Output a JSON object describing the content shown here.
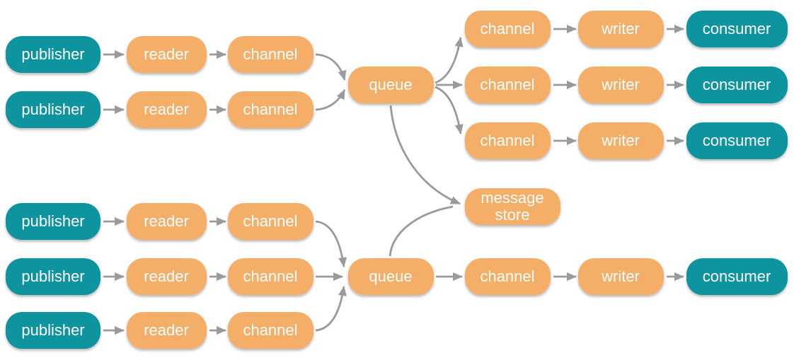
{
  "diagram": {
    "description": "Message queue architecture flow diagram",
    "colors": {
      "endpoint": "#0e949f",
      "processing": "#f5ae68",
      "arrow": "#9a9a9a",
      "label_text": "#ffffff",
      "background": "#ffffff"
    },
    "nodes": [
      {
        "id": "publisher-top-1",
        "label": "publisher"
      },
      {
        "id": "publisher-top-2",
        "label": "publisher"
      },
      {
        "id": "reader-top-1",
        "label": "reader"
      },
      {
        "id": "reader-top-2",
        "label": "reader"
      },
      {
        "id": "channel-top-1",
        "label": "channel"
      },
      {
        "id": "channel-top-2",
        "label": "channel"
      },
      {
        "id": "queue-top",
        "label": "queue"
      },
      {
        "id": "channel-right-1",
        "label": "channel"
      },
      {
        "id": "channel-right-2",
        "label": "channel"
      },
      {
        "id": "channel-right-3",
        "label": "channel"
      },
      {
        "id": "writer-1",
        "label": "writer"
      },
      {
        "id": "writer-2",
        "label": "writer"
      },
      {
        "id": "writer-3",
        "label": "writer"
      },
      {
        "id": "consumer-1",
        "label": "consumer"
      },
      {
        "id": "consumer-2",
        "label": "consumer"
      },
      {
        "id": "consumer-3",
        "label": "consumer"
      },
      {
        "id": "publisher-bottom-1",
        "label": "publisher"
      },
      {
        "id": "publisher-bottom-2",
        "label": "publisher"
      },
      {
        "id": "publisher-bottom-3",
        "label": "publisher"
      },
      {
        "id": "reader-bottom-1",
        "label": "reader"
      },
      {
        "id": "reader-bottom-2",
        "label": "reader"
      },
      {
        "id": "reader-bottom-3",
        "label": "reader"
      },
      {
        "id": "channel-bottom-1",
        "label": "channel"
      },
      {
        "id": "channel-bottom-2",
        "label": "channel"
      },
      {
        "id": "channel-bottom-3",
        "label": "channel"
      },
      {
        "id": "queue-bottom",
        "label": "queue"
      },
      {
        "id": "message-store",
        "label_line1": "message",
        "label_line2": "store"
      },
      {
        "id": "channel-bottom-4",
        "label": "channel"
      },
      {
        "id": "writer-4",
        "label": "writer"
      },
      {
        "id": "consumer-4",
        "label": "consumer"
      }
    ],
    "edges": [
      {
        "from": "publisher-top-1",
        "to": "reader-top-1"
      },
      {
        "from": "reader-top-1",
        "to": "channel-top-1"
      },
      {
        "from": "publisher-top-2",
        "to": "reader-top-2"
      },
      {
        "from": "reader-top-2",
        "to": "channel-top-2"
      },
      {
        "from": "channel-top-1",
        "to": "queue-top"
      },
      {
        "from": "channel-top-2",
        "to": "queue-top"
      },
      {
        "from": "queue-top",
        "to": "channel-right-1"
      },
      {
        "from": "queue-top",
        "to": "channel-right-2"
      },
      {
        "from": "queue-top",
        "to": "channel-right-3"
      },
      {
        "from": "channel-right-1",
        "to": "writer-1"
      },
      {
        "from": "channel-right-2",
        "to": "writer-2"
      },
      {
        "from": "channel-right-3",
        "to": "writer-3"
      },
      {
        "from": "writer-1",
        "to": "consumer-1"
      },
      {
        "from": "writer-2",
        "to": "consumer-2"
      },
      {
        "from": "writer-3",
        "to": "consumer-3"
      },
      {
        "from": "queue-top",
        "to": "message-store"
      },
      {
        "from": "publisher-bottom-1",
        "to": "reader-bottom-1"
      },
      {
        "from": "reader-bottom-1",
        "to": "channel-bottom-1"
      },
      {
        "from": "publisher-bottom-2",
        "to": "reader-bottom-2"
      },
      {
        "from": "reader-bottom-2",
        "to": "channel-bottom-2"
      },
      {
        "from": "publisher-bottom-3",
        "to": "reader-bottom-3"
      },
      {
        "from": "reader-bottom-3",
        "to": "channel-bottom-3"
      },
      {
        "from": "channel-bottom-1",
        "to": "queue-bottom"
      },
      {
        "from": "channel-bottom-2",
        "to": "queue-bottom"
      },
      {
        "from": "channel-bottom-3",
        "to": "queue-bottom"
      },
      {
        "from": "queue-bottom",
        "to": "message-store"
      },
      {
        "from": "queue-bottom",
        "to": "channel-bottom-4"
      },
      {
        "from": "channel-bottom-4",
        "to": "writer-4"
      },
      {
        "from": "writer-4",
        "to": "consumer-4"
      }
    ]
  }
}
